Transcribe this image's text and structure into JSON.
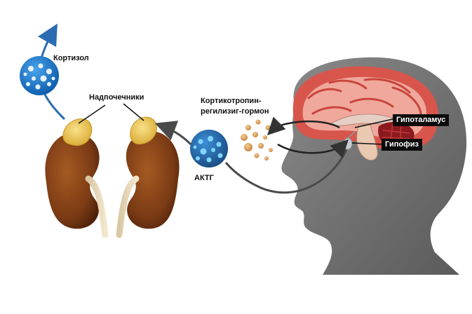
{
  "labels": {
    "cortisol": "Кортизол",
    "adrenals": "Надпочечники",
    "crh_line1": "Кортикотропин-",
    "crh_line2": "регилизиг-гормон",
    "acth": "АКТГ",
    "hypothalamus": "Гипоталамус",
    "pituitary": "Гипофиз"
  },
  "colors": {
    "head_silhouette": "#6b6b6b",
    "brain_outer": "#d8554c",
    "brain_inner": "#f0a89c",
    "kidney": "#7a3a14",
    "adrenal_gland": "#e8c24a",
    "hormone_bubble": "#1a73c7",
    "arrow_blue": "#2b6cb0",
    "arrow_dark": "#333333",
    "crh_dots": "#d99a52"
  }
}
